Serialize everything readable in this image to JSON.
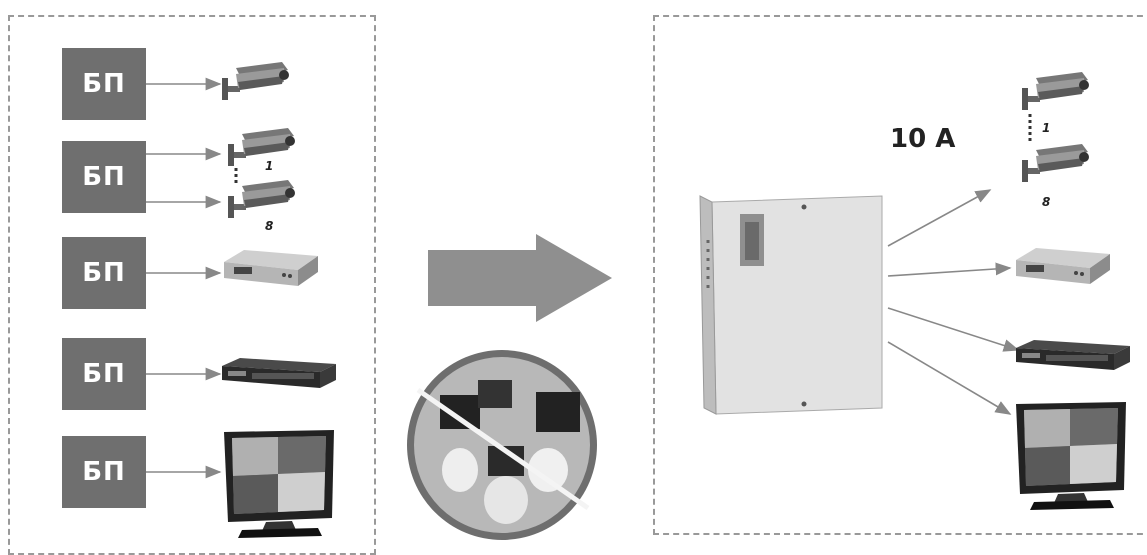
{
  "left": {
    "psu_label": "БП",
    "cam_index_first": "1",
    "cam_index_last": "8"
  },
  "right": {
    "current_label": "10 A",
    "cam_index_first": "1",
    "cam_index_last": "8"
  },
  "icons": {
    "psu_block": "power-supply-block",
    "camera": "cctv-camera-icon",
    "recorder": "dvr-recorder-icon",
    "switch": "network-switch-icon",
    "monitor": "monitor-icon",
    "power_box": "centralized-power-supply-box",
    "prohibited": "prohibited-adapters-icon"
  },
  "colors": {
    "psu_fill": "#6f6f6f",
    "arrow": "#888888",
    "dash": "#999999"
  }
}
